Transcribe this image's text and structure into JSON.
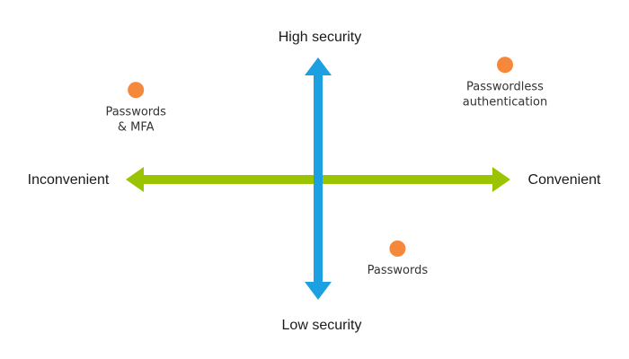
{
  "diagram": {
    "type": "quadrant",
    "axes": {
      "vertical": {
        "top_label": "High security",
        "bottom_label": "Low security",
        "color": "#1ba1e2"
      },
      "horizontal": {
        "left_label": "Inconvenient",
        "right_label": "Convenient",
        "color": "#9bc400"
      }
    },
    "points": [
      {
        "name": "passwords-mfa",
        "lines": [
          "Passwords",
          "& MFA"
        ],
        "convenience": -0.78,
        "security": 0.57,
        "color": "#f5883a"
      },
      {
        "name": "passwordless",
        "lines": [
          "Passwordless",
          "authentication"
        ],
        "convenience": 0.8,
        "security": 0.73,
        "color": "#f5883a"
      },
      {
        "name": "passwords",
        "lines": [
          "Passwords"
        ],
        "convenience": 0.34,
        "security": -0.44,
        "color": "#f5883a"
      }
    ]
  }
}
